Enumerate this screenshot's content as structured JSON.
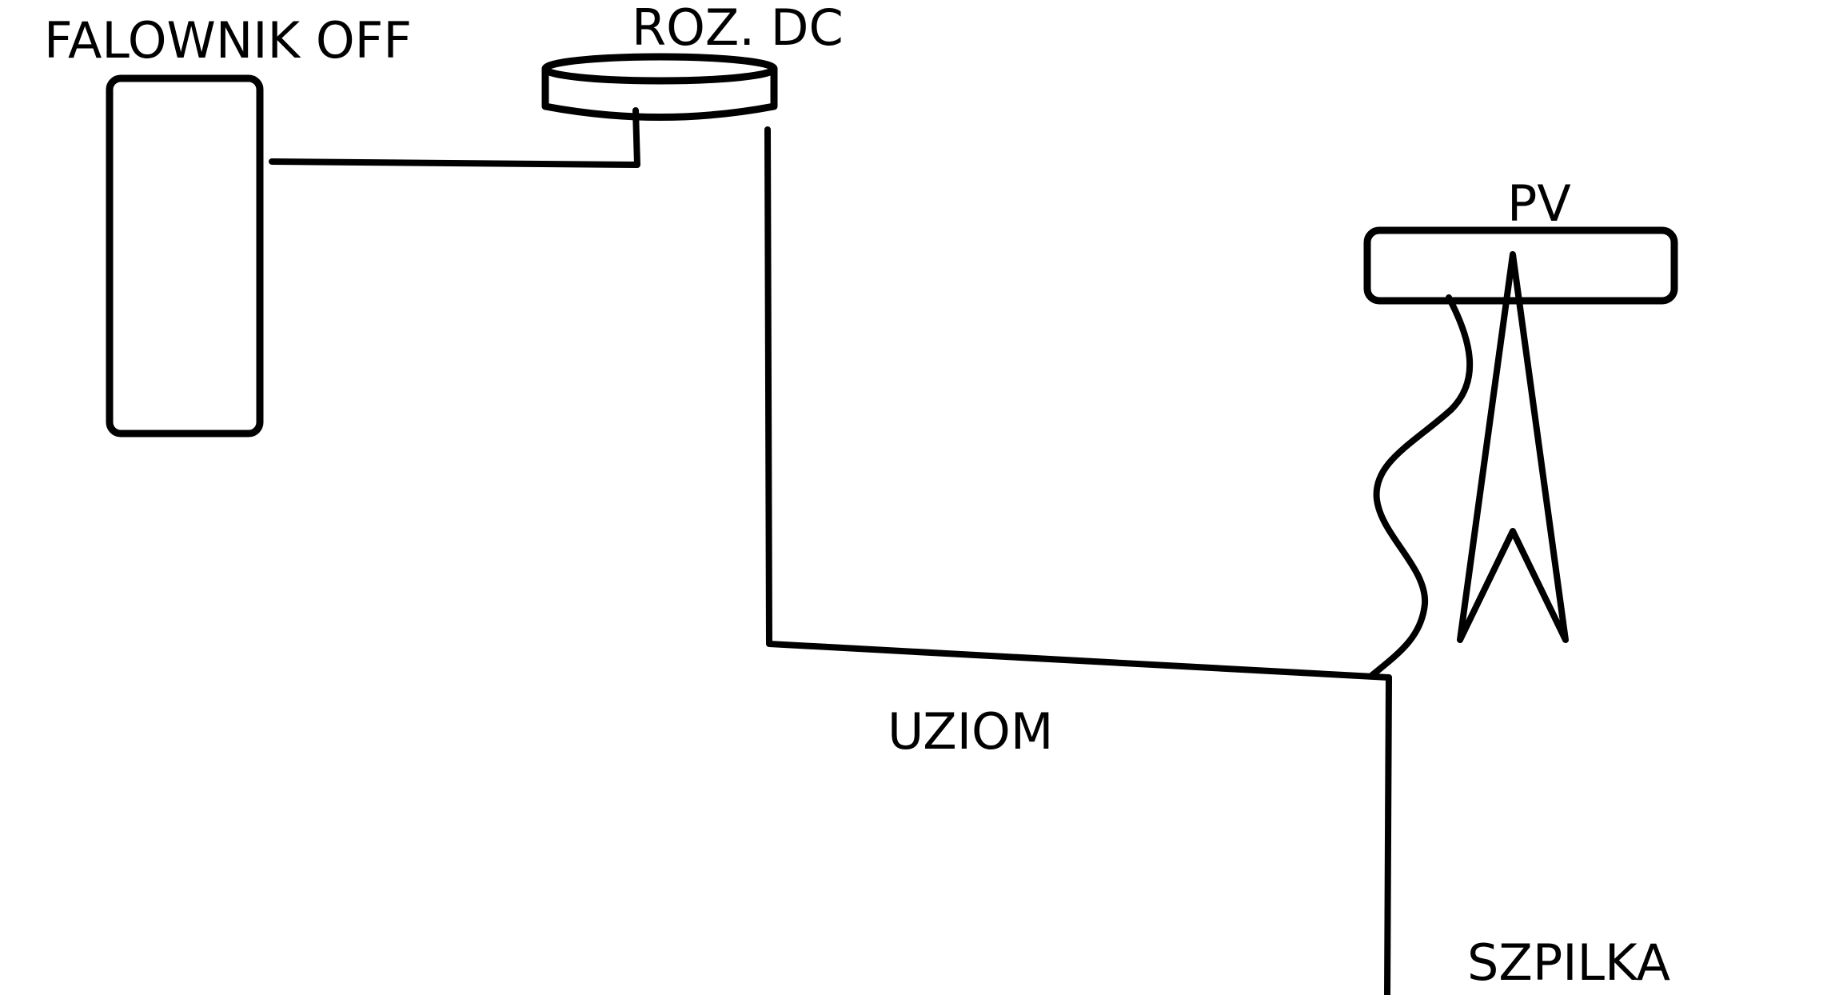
{
  "labels": {
    "inverter": "FALOWNIK OFF",
    "dc_box": "ROZ. DC",
    "pv": "PV",
    "earth": "UZIOM",
    "rod": "SZPILKA"
  },
  "colors": {
    "stroke": "#000000",
    "background": "#ffffff"
  }
}
